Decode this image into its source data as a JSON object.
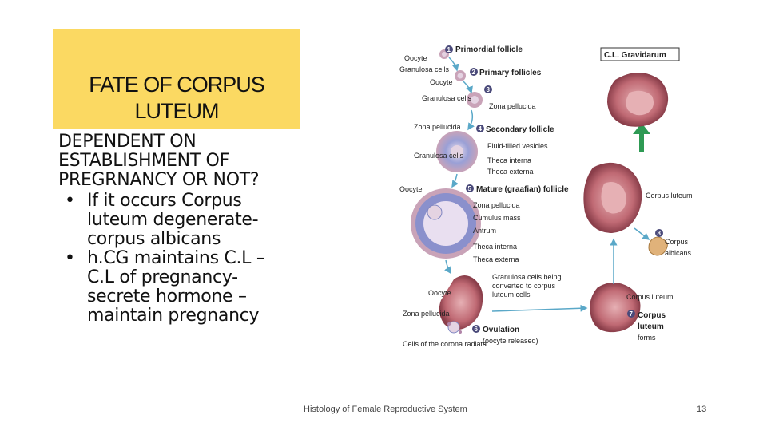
{
  "slide": {
    "title_line1": "FATE OF CORPUS",
    "title_line2": "LUTEUM",
    "lead": "DEPENDENT ON ESTABLISHMENT OF PREGRNANCY OR NOT?",
    "bullets": [
      "If it occurs Corpus luteum degenerate- corpus albicans",
      "h.CG maintains C.L – C.L of pregnancy- secrete hormone – maintain pregnancy"
    ],
    "footer": "Histology of Female Reproductive System",
    "page_number": "13"
  },
  "diagram": {
    "labels": {
      "oocyte_1": "Oocyte",
      "granulosa_cells_1": "Granulosa cells",
      "primordial_follicle": "Primordial follicle",
      "primary_follicles": "Primary follicles",
      "oocyte_2": "Oocyte",
      "granulosa_cells_2": "Granulosa cells",
      "zona_pellucida_1": "Zona pellucida",
      "zona_pellucida_2": "Zona pellucida",
      "secondary_follicle": "Secondary follicle",
      "granulosa_cells_3": "Granulosa cells",
      "fluid_filled_vesicles": "Fluid-filled vesicles",
      "theca_interna_1": "Theca interna",
      "theca_externa_1": "Theca externa",
      "oocyte_3": "Oocyte",
      "mature_follicle": "Mature (graafian) follicle",
      "zona_pellucida_3": "Zona pellucida",
      "cumulus_mass": "Cumulus mass",
      "antrum": "Antrum",
      "theca_interna_2": "Theca interna",
      "theca_externa_2": "Theca externa",
      "granulosa_converting": "Granulosa cells being converted to corpus luteum cells",
      "oocyte_4": "Oocyte",
      "zona_pellucida_4": "Zona pellucida",
      "cells_corona_radiata": "Cells of the corona radiata",
      "ovulation": "Ovulation",
      "oocyte_released": "(oocyte released)",
      "corpus_luteum_1": "Corpus luteum",
      "corpus_luteum_2": "Corpus luteum",
      "corpus_luteum_forms_1": "Corpus",
      "corpus_luteum_forms_2": "luteum",
      "corpus_luteum_forms_3": "forms",
      "corpus_albicans_1": "Corpus",
      "corpus_albicans_2": "albicans",
      "cl_gravidarum": "C.L. Gravidarum"
    },
    "steps": [
      "1",
      "2",
      "3",
      "4",
      "5",
      "6",
      "7",
      "8"
    ],
    "colors": {
      "follicle_outer": "#c9a3b8",
      "follicle_inner": "#7f86c2",
      "oocyte": "#e4d3e2",
      "corpus_luteum": "#c8707a",
      "corpus_albicans": "#e0b27a",
      "arrow_green": "#2e9a54",
      "slide_accent": "#fbd962"
    }
  }
}
